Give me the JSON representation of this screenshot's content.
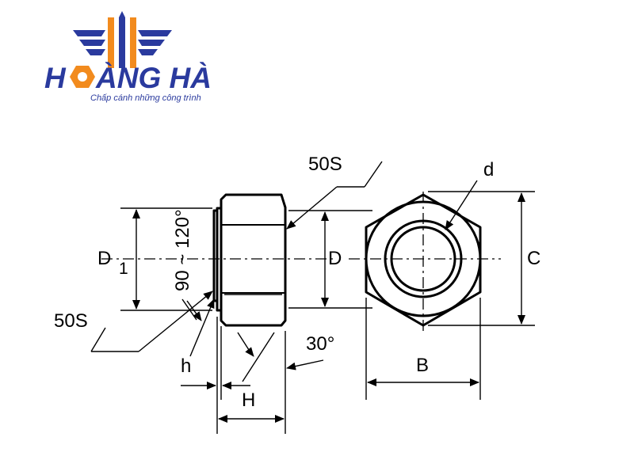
{
  "logo": {
    "brand": "HOÀNG HÀ",
    "brand_h": "H",
    "brand_rest": "ÀNG HÀ",
    "tagline": "Chấp cánh những công trình",
    "color_blue": "#2a3a9e",
    "color_orange": "#f28b1e"
  },
  "diagram": {
    "labels": {
      "chamfer_top": "50S",
      "chamfer_bottom": "50S",
      "angle_range": "90 ~ 120°",
      "washer_diameter_main": "D",
      "washer_diameter_sub": "1",
      "head_diameter": "D",
      "thread_diameter": "d",
      "across_corners": "C",
      "across_flats": "B",
      "chamfer_angle": "30°",
      "washer_height": "h",
      "head_height": "H"
    }
  }
}
